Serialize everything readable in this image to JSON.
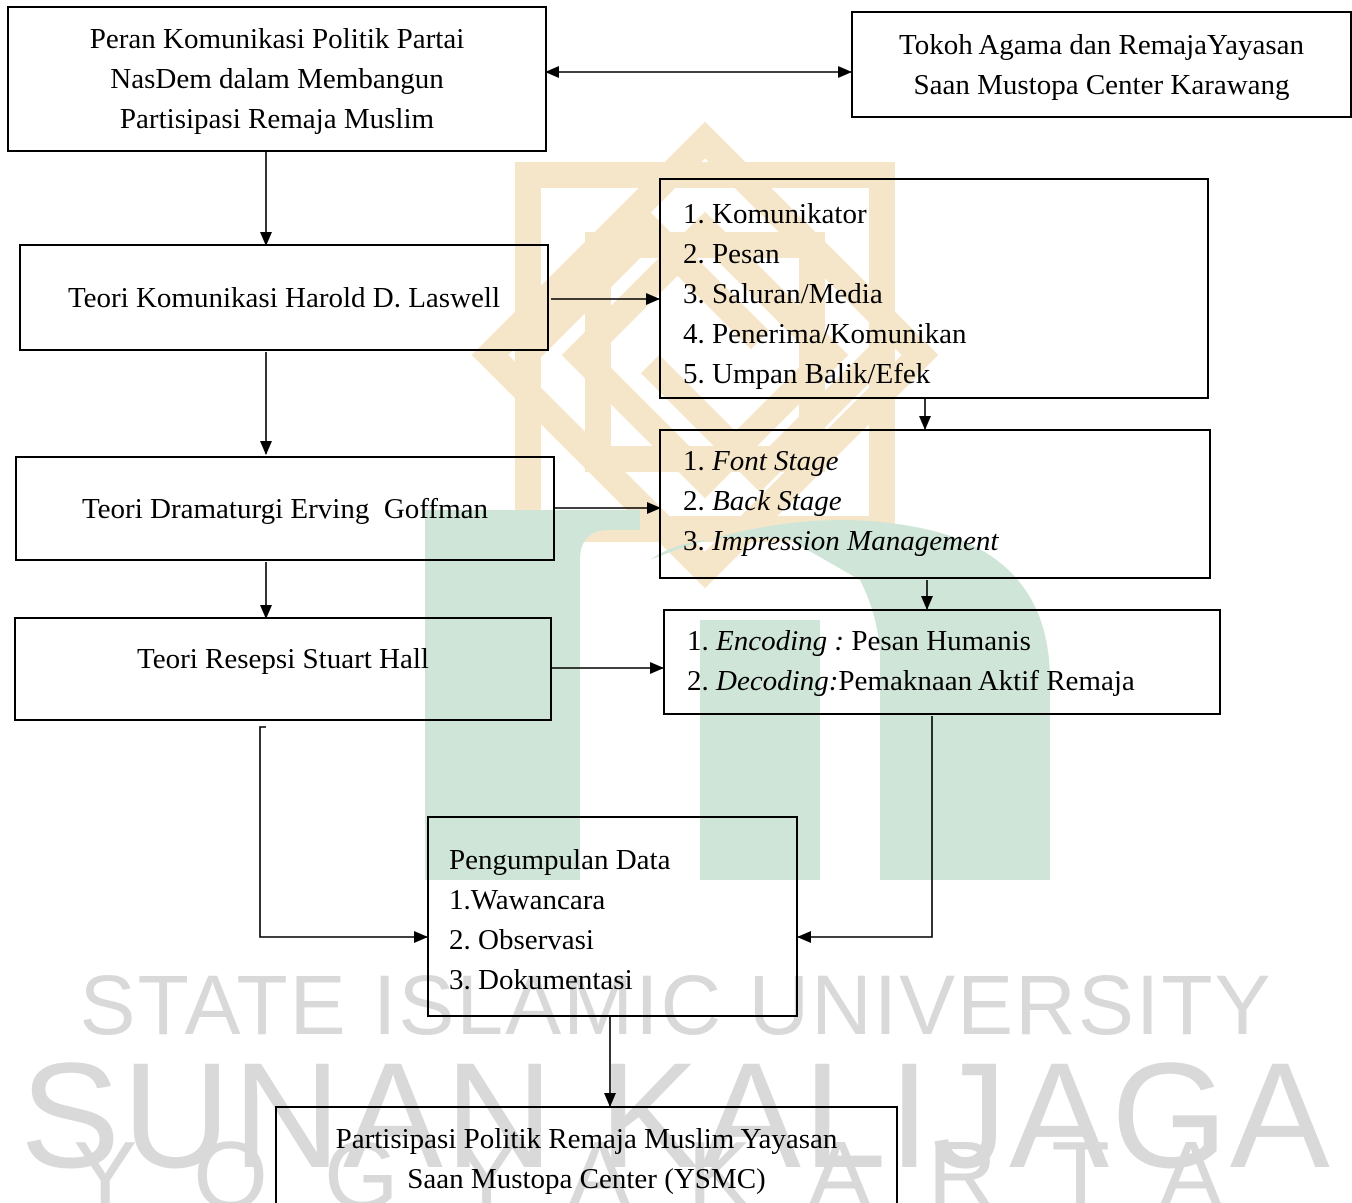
{
  "watermark": {
    "line1": "STATE ISLAMIC UNIVERSITY",
    "line2": "SUNAN KALIJAGA",
    "line3": "YOGYAKARTA"
  },
  "colors": {
    "watermark_green": "#cfe5d8",
    "watermark_tan": "#f6e6c9",
    "watermark_text": "#d9d9d9",
    "line": "#000000"
  },
  "nodes": {
    "main": {
      "line1": "Peran Komunikasi Politik Partai",
      "line2": "NasDem dalam Membangun",
      "line3": "Partisipasi Remaja Muslim"
    },
    "tokoh": {
      "line1": "Tokoh Agama dan RemajaYayasan",
      "line2": "Saan Mustopa Center Karawang"
    },
    "laswell": {
      "label": "Teori Komunikasi Harold D. Laswell"
    },
    "laswell_items": [
      {
        "num": "1. ",
        "text": "Komunikator"
      },
      {
        "num": "2. ",
        "text": "Pesan"
      },
      {
        "num": "3. ",
        "text": "Saluran/Media"
      },
      {
        "num": "4. ",
        "text": "Penerima/Komunikan"
      },
      {
        "num": "5. ",
        "text": "Umpan Balik/Efek"
      }
    ],
    "goffman": {
      "label": "Teori Dramaturgi Erving  Goffman"
    },
    "goffman_items": [
      {
        "num": "1. ",
        "text": "Font Stage"
      },
      {
        "num": "2. ",
        "text": "Back Stage"
      },
      {
        "num": "3. ",
        "text": "Impression Management"
      }
    ],
    "hall": {
      "label": "Teori Resepsi Stuart Hall"
    },
    "hall_items": [
      {
        "num": "1. ",
        "term": "Encoding : ",
        "text": "Pesan Humanis"
      },
      {
        "num": "2. ",
        "term": "Decoding:",
        "text": "Pemaknaan Aktif Remaja"
      }
    ],
    "data_collection": {
      "title": "Pengumpulan Data",
      "items": [
        "1.Wawancara",
        "2. Observasi",
        "3. Dokumentasi"
      ]
    },
    "result": {
      "line1": "Partisipasi Politik Remaja Muslim Yayasan",
      "line2": "Saan Mustopa Center (YSMC)"
    }
  }
}
